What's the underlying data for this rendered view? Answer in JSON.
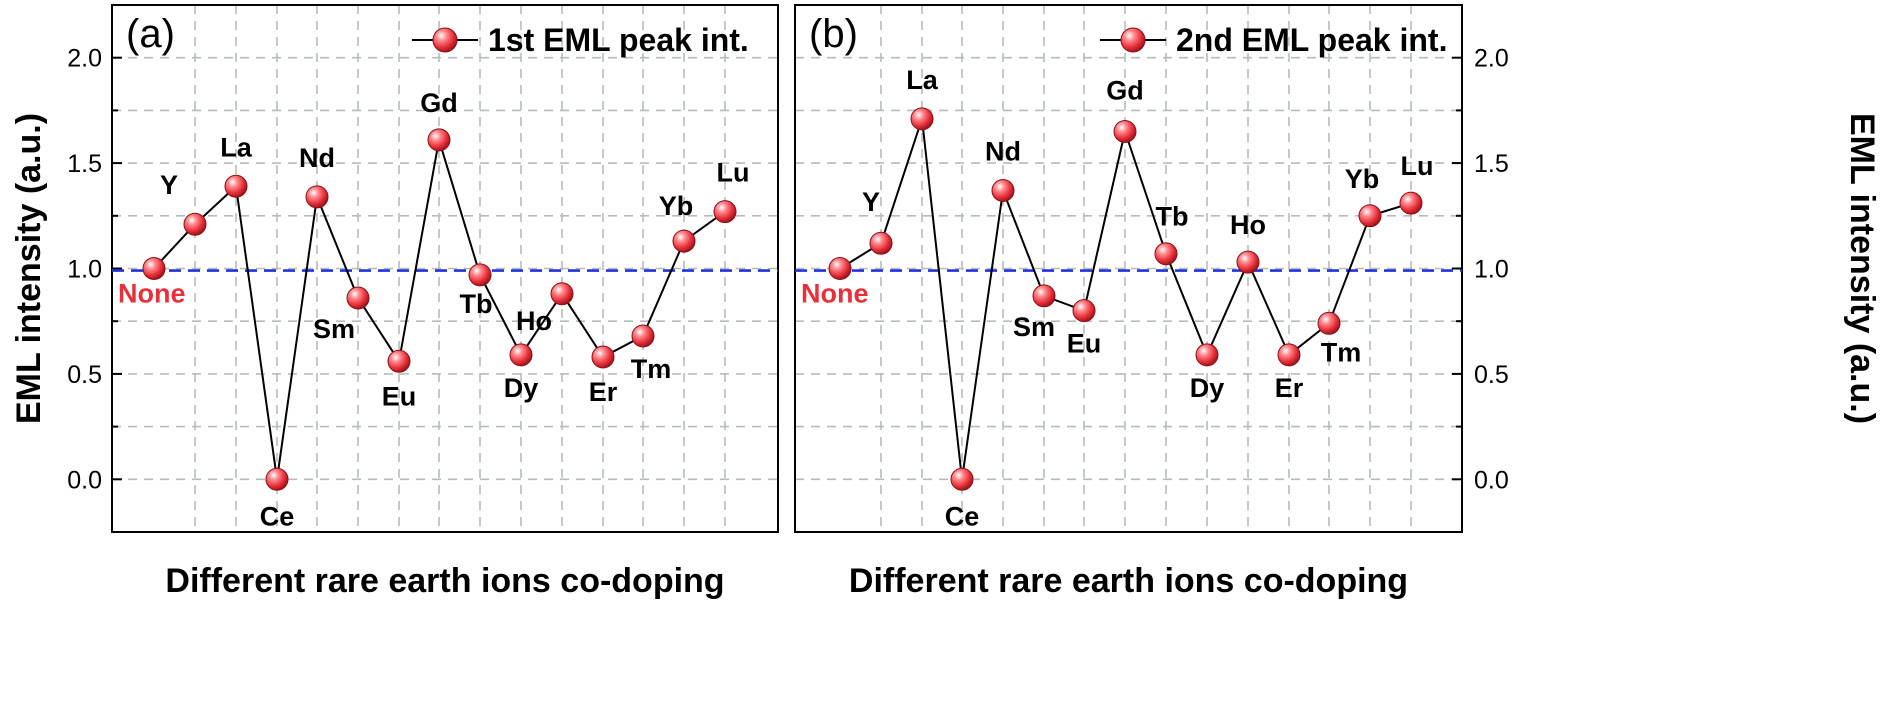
{
  "chart_data": [
    {
      "type": "line",
      "panel_label": "(a)",
      "title": "",
      "xlabel": "Different rare earth ions co-doping",
      "ylabel": "EML intensity (a.u.)",
      "ylim": [
        -0.25,
        2.25
      ],
      "yticks": [
        "0.0",
        "0.5",
        "1.0",
        "1.5",
        "2.0"
      ],
      "y_axis_side": "left",
      "grid": true,
      "legend_position": "top-right",
      "reference_line": 0.99,
      "categories": [
        "None",
        "Y",
        "La",
        "Ce",
        "Nd",
        "Sm",
        "Eu",
        "Gd",
        "Tb",
        "Dy",
        "Ho",
        "Er",
        "Tm",
        "Yb",
        "Lu"
      ],
      "series": [
        {
          "name": "1st EML peak int.",
          "values": [
            1.0,
            1.21,
            1.39,
            0.0,
            1.34,
            0.86,
            0.56,
            1.61,
            0.97,
            0.59,
            0.88,
            0.58,
            0.68,
            1.13,
            1.27
          ]
        }
      ]
    },
    {
      "type": "line",
      "panel_label": "(b)",
      "title": "",
      "xlabel": "Different rare earth ions co-doping",
      "ylabel": "EML intensity (a.u.)",
      "ylim": [
        -0.25,
        2.25
      ],
      "yticks": [
        "0.0",
        "0.5",
        "1.0",
        "1.5",
        "2.0"
      ],
      "y_axis_side": "right",
      "grid": true,
      "legend_position": "top-right",
      "reference_line": 0.99,
      "categories": [
        "None",
        "Y",
        "La",
        "Ce",
        "Nd",
        "Sm",
        "Eu",
        "Gd",
        "Tb",
        "Dy",
        "Ho",
        "Er",
        "Tm",
        "Yb",
        "Lu"
      ],
      "series": [
        {
          "name": "2nd EML peak int.",
          "values": [
            1.0,
            1.12,
            1.71,
            0.0,
            1.37,
            0.87,
            0.8,
            1.65,
            1.07,
            0.59,
            1.03,
            0.59,
            0.74,
            1.25,
            1.31
          ]
        }
      ]
    }
  ],
  "colors": {
    "marker": "#e8303a",
    "reference_line": "#2233dd",
    "grid": "#b5bcbc",
    "reference_label": "#e8303a"
  }
}
